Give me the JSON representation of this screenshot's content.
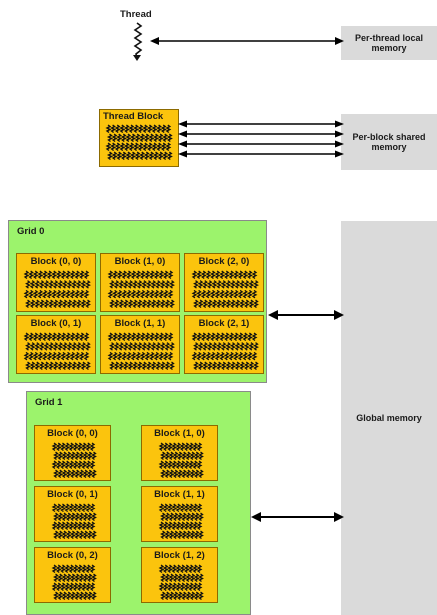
{
  "thread": {
    "label": "Thread"
  },
  "thread_block": {
    "label": "Thread Block"
  },
  "memory": {
    "local": "Per-thread local memory",
    "shared": "Per-block shared memory",
    "global": "Global memory"
  },
  "grid0": {
    "title": "Grid 0",
    "blocks": [
      "Block (0, 0)",
      "Block (1, 0)",
      "Block (2, 0)",
      "Block (0, 1)",
      "Block (1, 1)",
      "Block (2, 1)"
    ]
  },
  "grid1": {
    "title": "Grid 1",
    "blocks": [
      "Block (0, 0)",
      "Block (1, 0)",
      "Block (0, 1)",
      "Block (1, 1)",
      "Block (0, 2)",
      "Block (1, 2)"
    ]
  },
  "colors": {
    "grid": "#9cf36c",
    "block": "#fbc40d",
    "memory": "#dadada",
    "thread_squiggle": "#111111"
  }
}
